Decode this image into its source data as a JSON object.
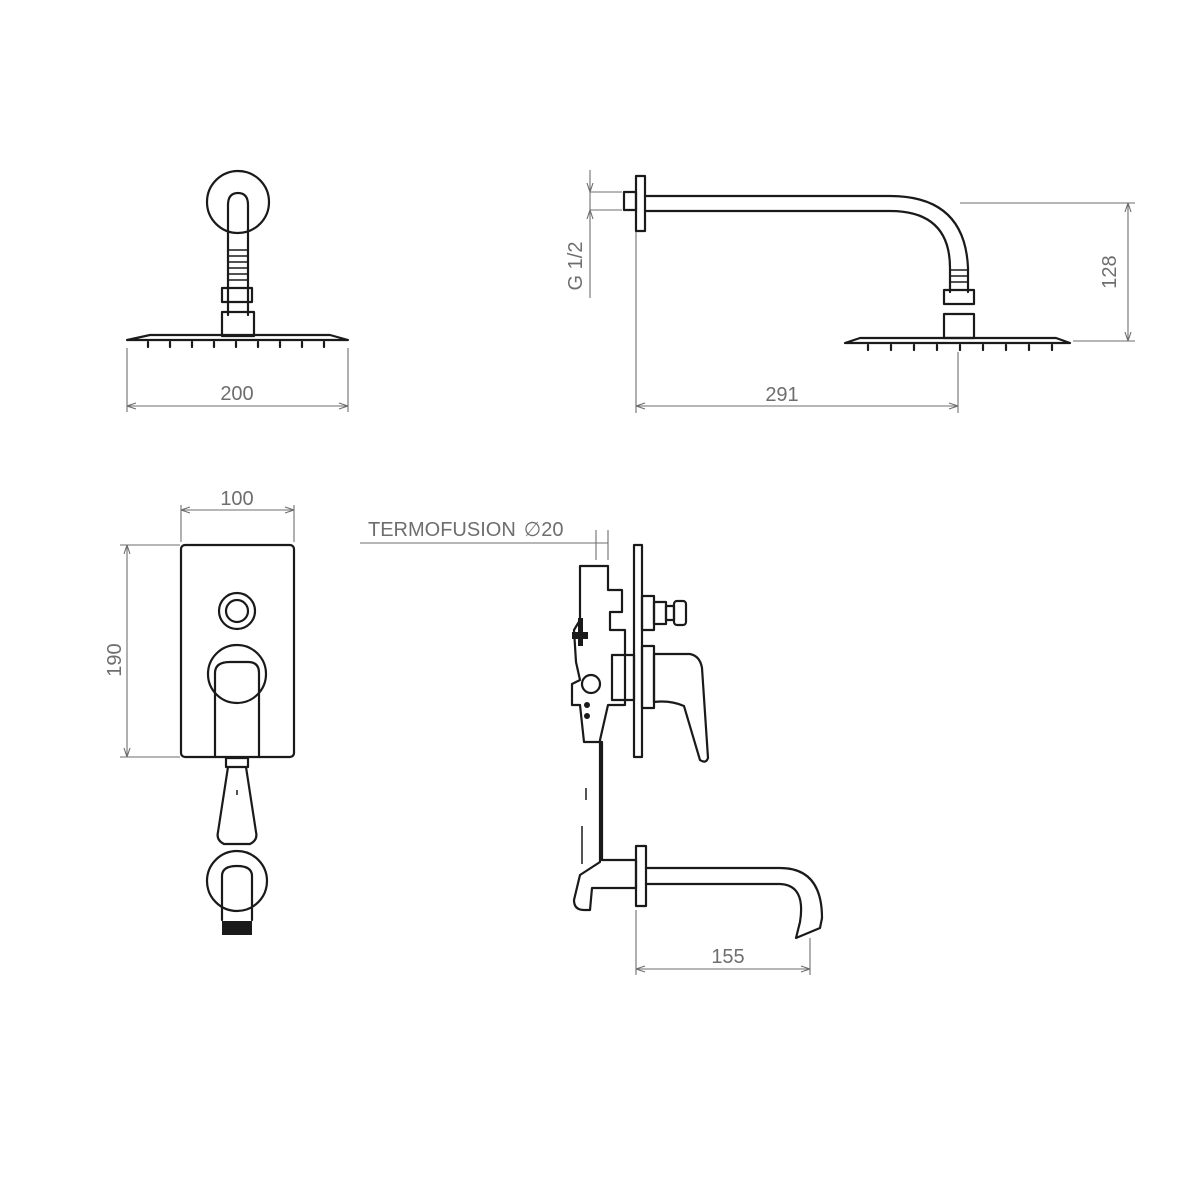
{
  "dimensions": {
    "shower_head_width": "200",
    "arm_length": "291",
    "arm_drop": "128",
    "thread": "G 1/2",
    "plate_width": "100",
    "plate_height": "190",
    "spout_length": "155",
    "pipe_label": "TERMOFUSION",
    "pipe_diameter": "∅20"
  }
}
